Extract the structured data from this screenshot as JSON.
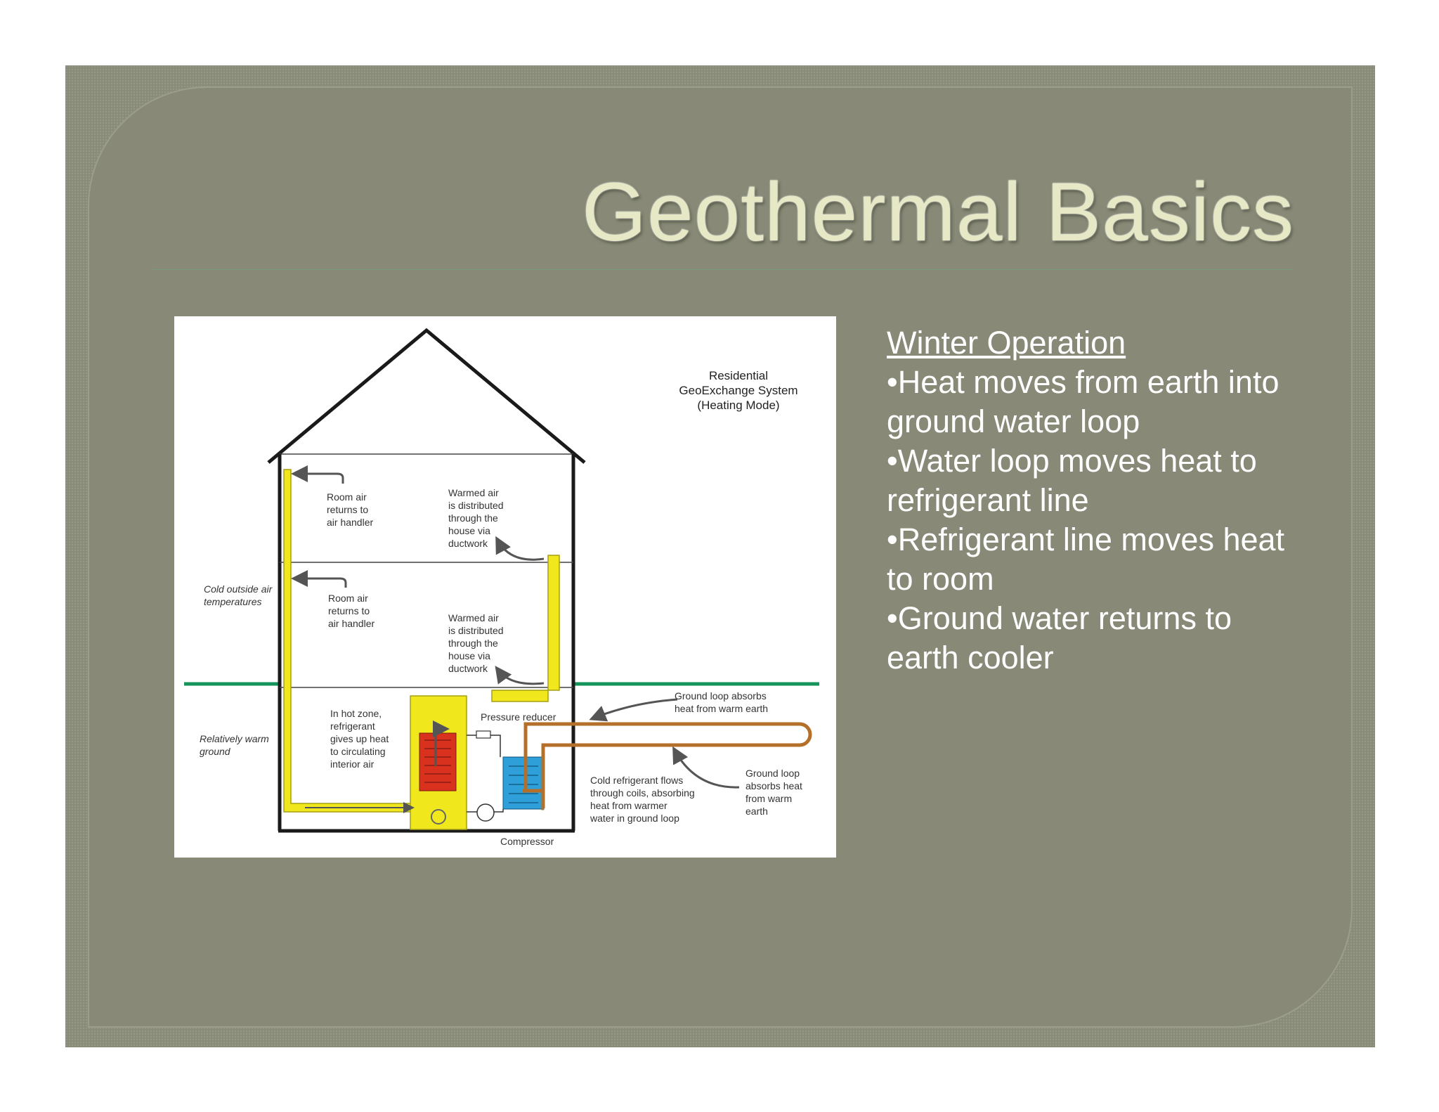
{
  "slide": {
    "title": "Geothermal Basics"
  },
  "figure": {
    "title_lines": [
      "Residential",
      "GeoExchange System",
      "(Heating Mode)"
    ],
    "labels": {
      "room_air_upper": [
        "Room air",
        "returns to",
        "air handler"
      ],
      "room_air_lower": [
        "Room air",
        "returns to",
        "air handler"
      ],
      "warmed_air_upper": [
        "Warmed air",
        "is distributed",
        "through the",
        "house via",
        "ductwork"
      ],
      "warmed_air_lower": [
        "Warmed air",
        "is distributed",
        "through the",
        "house via",
        "ductwork"
      ],
      "cold_outside": [
        "Cold outside air",
        "temperatures"
      ],
      "warm_ground": [
        "Relatively warm",
        "ground"
      ],
      "hot_zone": [
        "In hot zone,",
        "refrigerant",
        "gives up heat",
        "to circulating",
        "interior air"
      ],
      "pressure_reducer": "Pressure reducer",
      "ground_loop_top": [
        "Ground loop absorbs",
        "heat from warm earth"
      ],
      "cold_refrigerant": [
        "Cold refrigerant flows",
        "through coils, absorbing",
        "heat from warmer",
        "water in ground loop"
      ],
      "ground_loop_right": [
        "Ground loop",
        "absorbs heat",
        "from warm",
        "earth"
      ],
      "compressor": "Compressor"
    },
    "colors": {
      "duct": "#f0e81c",
      "hot_coil": "#d8321e",
      "cold_coil": "#2e9fd8",
      "ground_loop": "#b4702a",
      "ground_line": "#14945a"
    }
  },
  "content": {
    "heading": "Winter Operation",
    "bullets": [
      "•Heat moves from earth into ground water loop",
      "•Water loop moves heat to refrigerant line",
      "•Refrigerant line moves heat to room",
      "•Ground water returns to earth cooler"
    ]
  }
}
